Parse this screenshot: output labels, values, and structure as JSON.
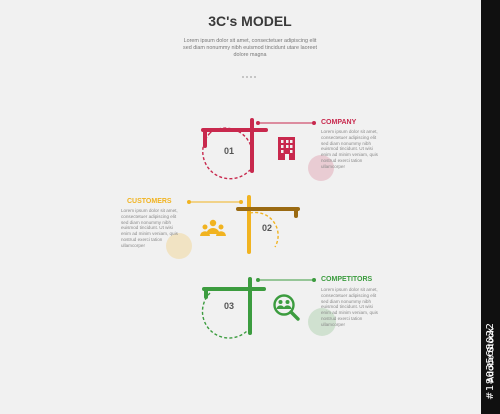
{
  "header": {
    "title": "3C's MODEL",
    "subtitle": "Lorem ipsum dolor sit amet, consectetuer adipiscing elit sed diam nonummy nibh euismod tincidunt utare laoreet dolore magna"
  },
  "items": [
    {
      "number": "01",
      "label": "COMPANY",
      "color": "#c8284d",
      "icon": "building-icon",
      "text": "Lorem ipsum dolor sit amet, consectetuer adipiscing elit sed diam nonummy nibh euismod tincidunt. Ut wisi enim ad minim veniam, quis nostrud exerci tation ullamcorper"
    },
    {
      "number": "02",
      "label": "CUSTOMERS",
      "color": "#f1b320",
      "icon": "customers-group-icon",
      "text": "Lorem ipsum dolor sit amet, consectetuer adipiscing elit sed diam nonummy nibh euismod tincidunt. Ut wisi enim ad minim veniam, quis nostrud exerci tation ullamcorper"
    },
    {
      "number": "03",
      "label": "COMPETITORS",
      "color": "#3c9c3f",
      "icon": "competitor-search-icon",
      "text": "Lorem ipsum dolor sit amet, consectetuer adipiscing elit sed diam nonummy nibh euismod tincidunt. Ut wisi enim ad minim veniam, quis nostrud exerci tation ullamcorper"
    }
  ],
  "watermark": {
    "brand": "Adobe Stock",
    "id": "#1803568022"
  }
}
